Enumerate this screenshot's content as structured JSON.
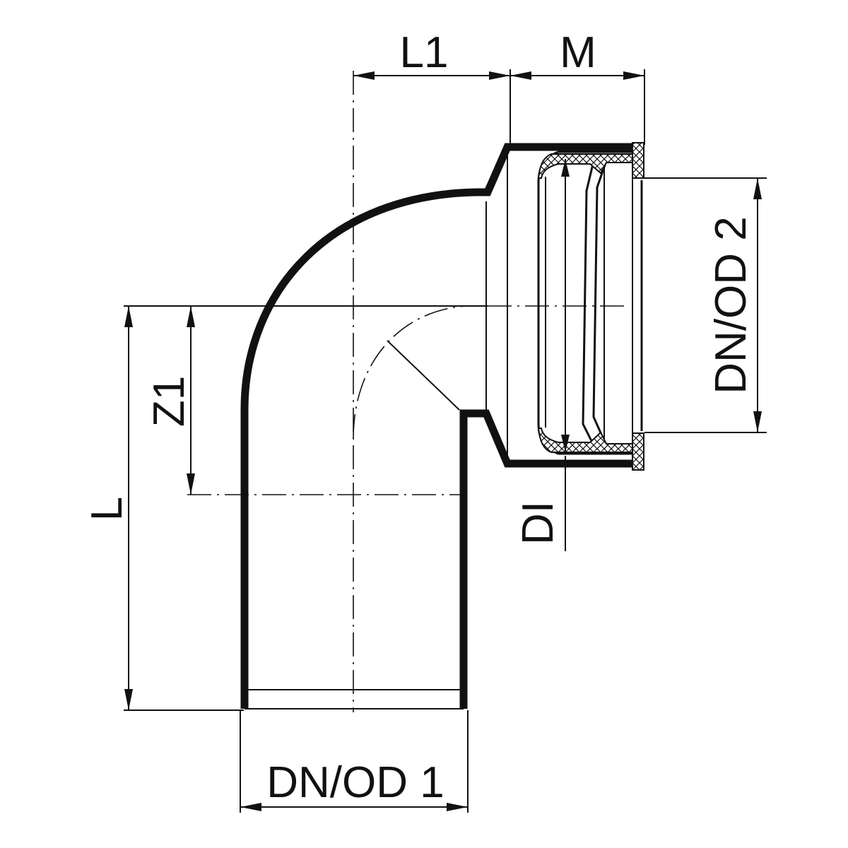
{
  "labels": {
    "l1": "L1",
    "m": "M",
    "dn_od_2": "DN/OD 2",
    "z1": "Z1",
    "l": "L",
    "di": "DI",
    "dn_od_1": "DN/OD 1"
  },
  "colors": {
    "line": "#111111",
    "background": "#ffffff",
    "seal_hatch": "#111111"
  }
}
